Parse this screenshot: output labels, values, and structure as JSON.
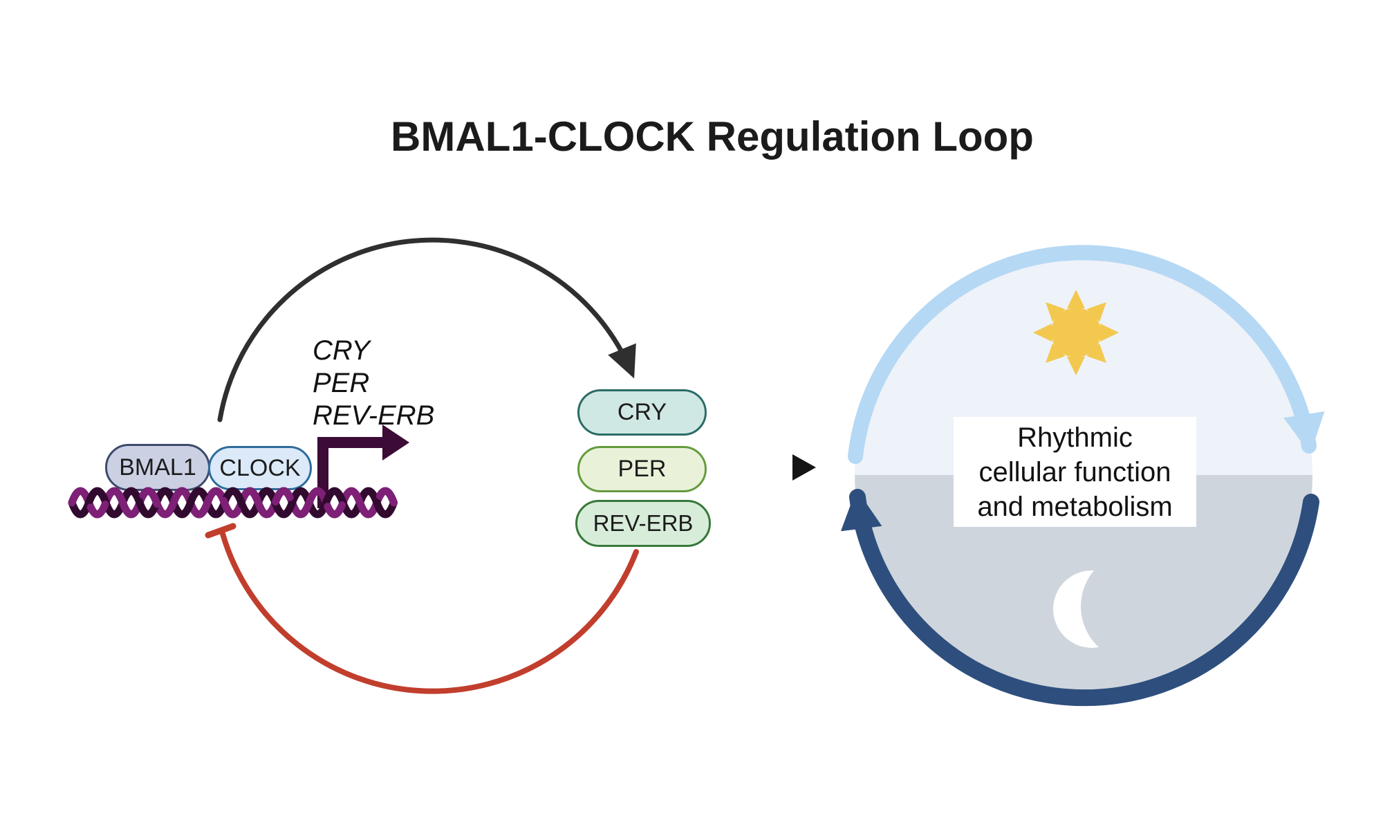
{
  "title": "BMAL1-CLOCK Regulation Loop",
  "left_loop": {
    "dna_complex": {
      "bmal1": "BMAL1",
      "clock": "CLOCK"
    },
    "transcribed_genes": [
      "CRY",
      "PER",
      "REV-ERB"
    ],
    "protein_pills": [
      {
        "label": "CRY",
        "fill": "#d0e8e4",
        "border": "#2a6b66"
      },
      {
        "label": "PER",
        "fill": "#e9f2d9",
        "border": "#649b3d"
      },
      {
        "label": "REV-ERB",
        "fill": "#d7edd9",
        "border": "#37783a"
      }
    ],
    "bmal1_pill": {
      "fill": "#cbd0e3",
      "border": "#3e4a6b"
    },
    "clock_pill": {
      "fill": "#dbe9f8",
      "border": "#2e6b9c"
    },
    "activation_arrow_color": "#2f2f2f",
    "inhibition_arrow_color": "#c13e2d",
    "dna_colors": {
      "strand_a": "#7d2076",
      "strand_b": "#320a2f",
      "promoter_arrow": "#3c0b36"
    }
  },
  "flow_arrow": {
    "color": "#151515"
  },
  "right_cycle": {
    "center_label_lines": [
      "Rhythmic",
      "cellular function",
      "and metabolism"
    ],
    "day_half_color": "#eef2f9",
    "night_half_color": "#ced5dd",
    "day_arc_color": "#b5d8f4",
    "night_arc_color": "#2e4e7d",
    "sun_color": "#f3c84f",
    "moon_color": "#ffffff",
    "icons": {
      "day": "sun-icon",
      "night": "moon-icon"
    }
  }
}
